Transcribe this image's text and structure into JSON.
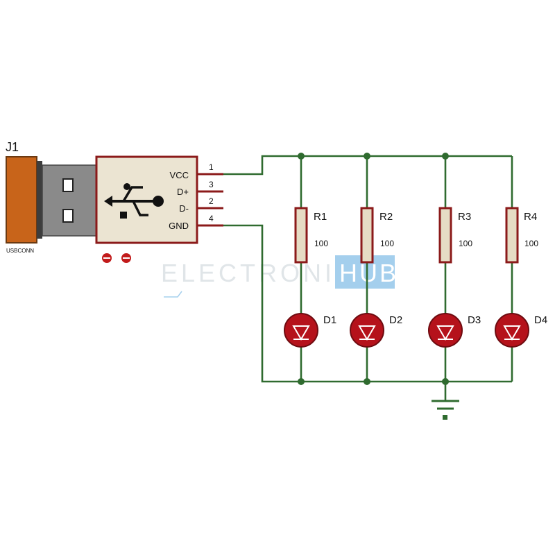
{
  "connector": {
    "ref": "J1",
    "part": "USBCONN",
    "usb_icon": "usb-trident-icon",
    "pins": [
      {
        "name": "VCC",
        "number": "1"
      },
      {
        "name": "D+",
        "number": "3"
      },
      {
        "name": "D-",
        "number": "2"
      },
      {
        "name": "GND",
        "number": "4"
      }
    ]
  },
  "resistors": [
    {
      "ref": "R1",
      "value": "100"
    },
    {
      "ref": "R2",
      "value": "100"
    },
    {
      "ref": "R3",
      "value": "100"
    },
    {
      "ref": "R4",
      "value": "100"
    }
  ],
  "leds": [
    {
      "ref": "D1"
    },
    {
      "ref": "D2"
    },
    {
      "ref": "D3"
    },
    {
      "ref": "D4"
    }
  ],
  "watermark": {
    "text_left": "ELECTRONICS",
    "text_right": "HUB"
  },
  "colors": {
    "wire": "#2f6b2f",
    "pin": "#8b1a1a",
    "resistor_fill": "#e6dcc4",
    "led_fill": "#b5121b",
    "connector_orange": "#c8641a",
    "plug_gray": "#8a8a8a",
    "body_fill": "#ebe4d2",
    "watermark_blue": "#5aa9e0"
  }
}
